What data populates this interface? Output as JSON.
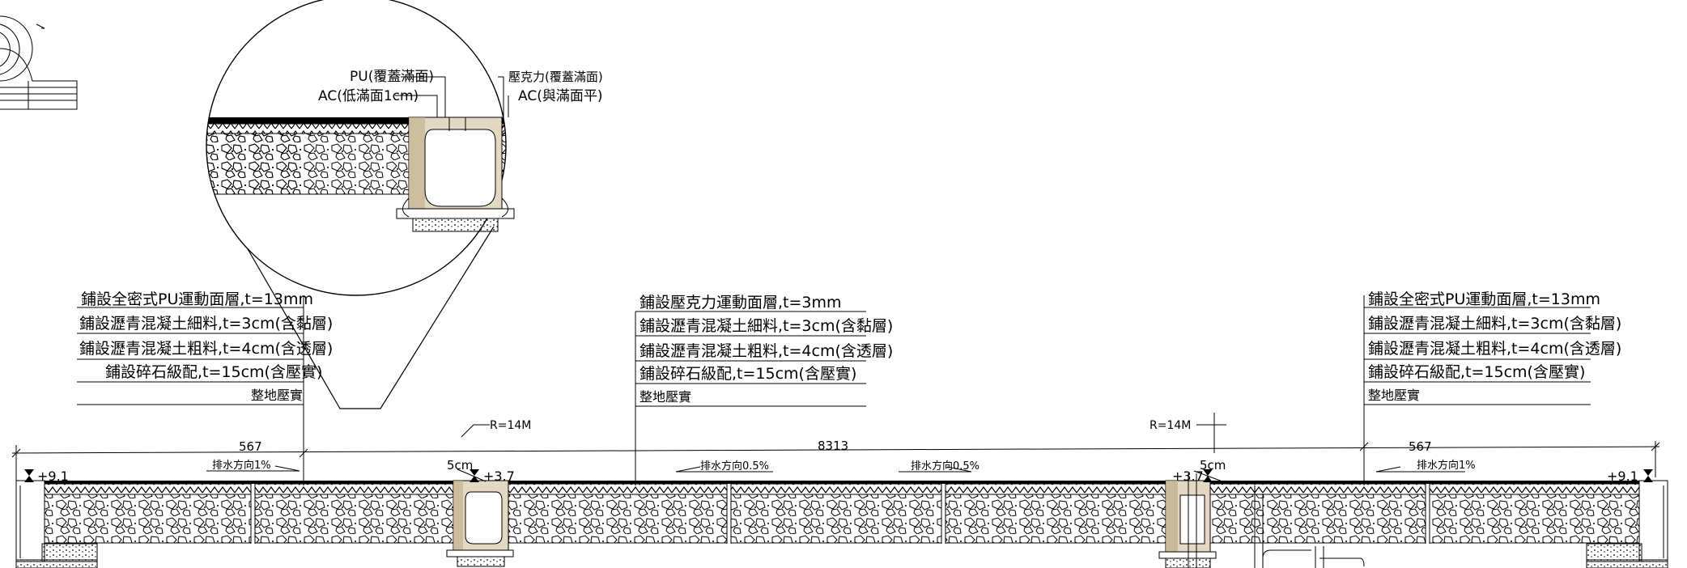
{
  "callout": {
    "pu": "PU(覆蓋滿面)",
    "ac_low": "AC(低滿面1cm)",
    "acrylic": "壓克力(覆蓋滿面)",
    "ac_flush": "AC(與滿面平)"
  },
  "layers_left": [
    "鋪設全密式PU運動面層,t=13mm",
    "鋪設瀝青混凝土細料,t=3cm(含黏層)",
    "鋪設瀝青混凝土粗料,t=4cm(含透層)",
    "鋪設碎石級配,t=15cm(含壓實)",
    "整地壓實"
  ],
  "layers_center": [
    "鋪設壓克力運動面層,t=3mm",
    "鋪設瀝青混凝土細料,t=3cm(含黏層)",
    "鋪設瀝青混凝土粗料,t=4cm(含透層)",
    "鋪設碎石級配,t=15cm(含壓實)",
    "整地壓實"
  ],
  "layers_right": [
    "鋪設全密式PU運動面層,t=13mm",
    "鋪設瀝青混凝土細料,t=3cm(含黏層)",
    "鋪設瀝青混凝土粗料,t=4cm(含透層)",
    "鋪設碎石級配,t=15cm(含壓實)",
    "整地壓實"
  ],
  "dims": {
    "left_width": "567",
    "center_width": "8313",
    "right_width": "567",
    "gap_left": "5cm",
    "gap_right": "5cm",
    "radius_left": "R=14M",
    "radius_right": "R=14M"
  },
  "elevations": {
    "left_edge": "+9.1",
    "left_drain": "+3.7",
    "right_drain": "+3.7",
    "right_edge": "+9.1"
  },
  "drainage": {
    "left": "排水方向1%",
    "center_left": "排水方向0.5%",
    "center_right": "排水方向0.5%",
    "right": "排水方向1%"
  },
  "colors": {
    "line": "#000000",
    "channel_fill": "#e3d9c3",
    "channel_shade": "#c2b28e"
  }
}
